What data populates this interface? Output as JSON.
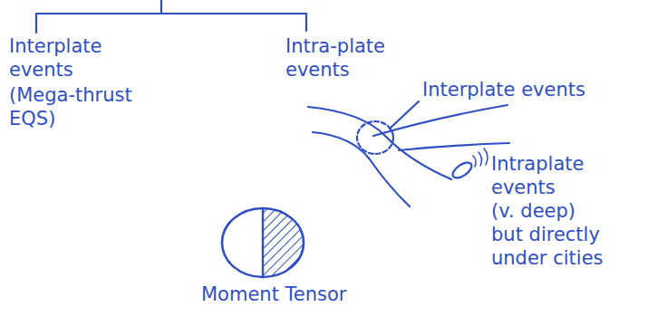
{
  "diagram": {
    "labels": [
      "Interplate events",
      "(Mega-thrust EQS)",
      "Intra-plate events",
      "Interplate events",
      "Intraplate events",
      "(v. deep)",
      "but directly under cities",
      "Moment Tensor"
    ]
  }
}
